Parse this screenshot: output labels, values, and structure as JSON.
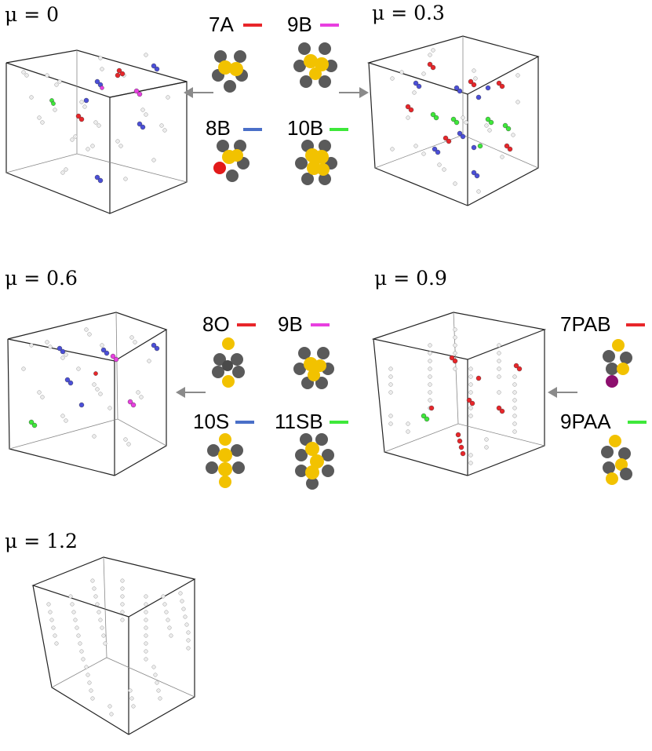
{
  "panels": [
    {
      "label": "μ = 0"
    },
    {
      "label": "μ = 0.3"
    },
    {
      "label": "μ = 0.6"
    },
    {
      "label": "μ = 0.9"
    },
    {
      "label": "μ = 1.2"
    }
  ],
  "legend_top": [
    {
      "name": "7A",
      "color": "#e8262a"
    },
    {
      "name": "9B",
      "color": "#e83fe0"
    },
    {
      "name": "8B",
      "color": "#4a6fc8"
    },
    {
      "name": "10B",
      "color": "#3ee83a"
    }
  ],
  "legend_mid": [
    {
      "name": "8O",
      "color": "#e8262a"
    },
    {
      "name": "9B",
      "color": "#e83fe0"
    },
    {
      "name": "10S",
      "color": "#4a6fc8"
    },
    {
      "name": "11SB",
      "color": "#3ee83a"
    }
  ],
  "legend_right": [
    {
      "name": "7PAB",
      "color": "#e8262a"
    },
    {
      "name": "9PAA",
      "color": "#3ee83a"
    }
  ],
  "colors": {
    "particle": "#e8e8e8",
    "gray_sphere": "#5a5a5a",
    "gold_sphere": "#f2c200",
    "arrow": "#8a8a8a"
  }
}
